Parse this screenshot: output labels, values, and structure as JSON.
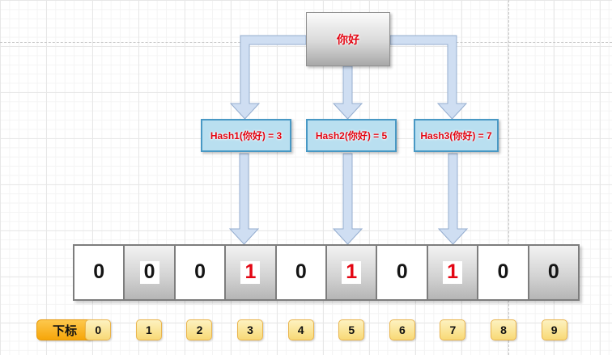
{
  "input_box": {
    "label": "你好"
  },
  "hash_boxes": [
    {
      "label": "Hash1(你好) = 3"
    },
    {
      "label": "Hash2(你好) = 5"
    },
    {
      "label": "Hash3(你好) = 7"
    }
  ],
  "bit_array": {
    "values": [
      "0",
      "0",
      "0",
      "1",
      "0",
      "1",
      "0",
      "1",
      "0",
      "0"
    ],
    "set_positions": [
      3,
      5,
      7
    ]
  },
  "index_row": {
    "label": "下标",
    "indices": [
      "0",
      "1",
      "2",
      "3",
      "4",
      "5",
      "6",
      "7",
      "8",
      "9"
    ]
  },
  "colors": {
    "highlight_text": "#e30613",
    "hash_box_fill": "#b9dff0",
    "hash_box_border": "#4898c4",
    "arrow_fill": "#cfdef2",
    "arrow_border": "#94adcf",
    "index_label_bg": "#f6a609",
    "index_chip_bg": "#f8d976"
  }
}
